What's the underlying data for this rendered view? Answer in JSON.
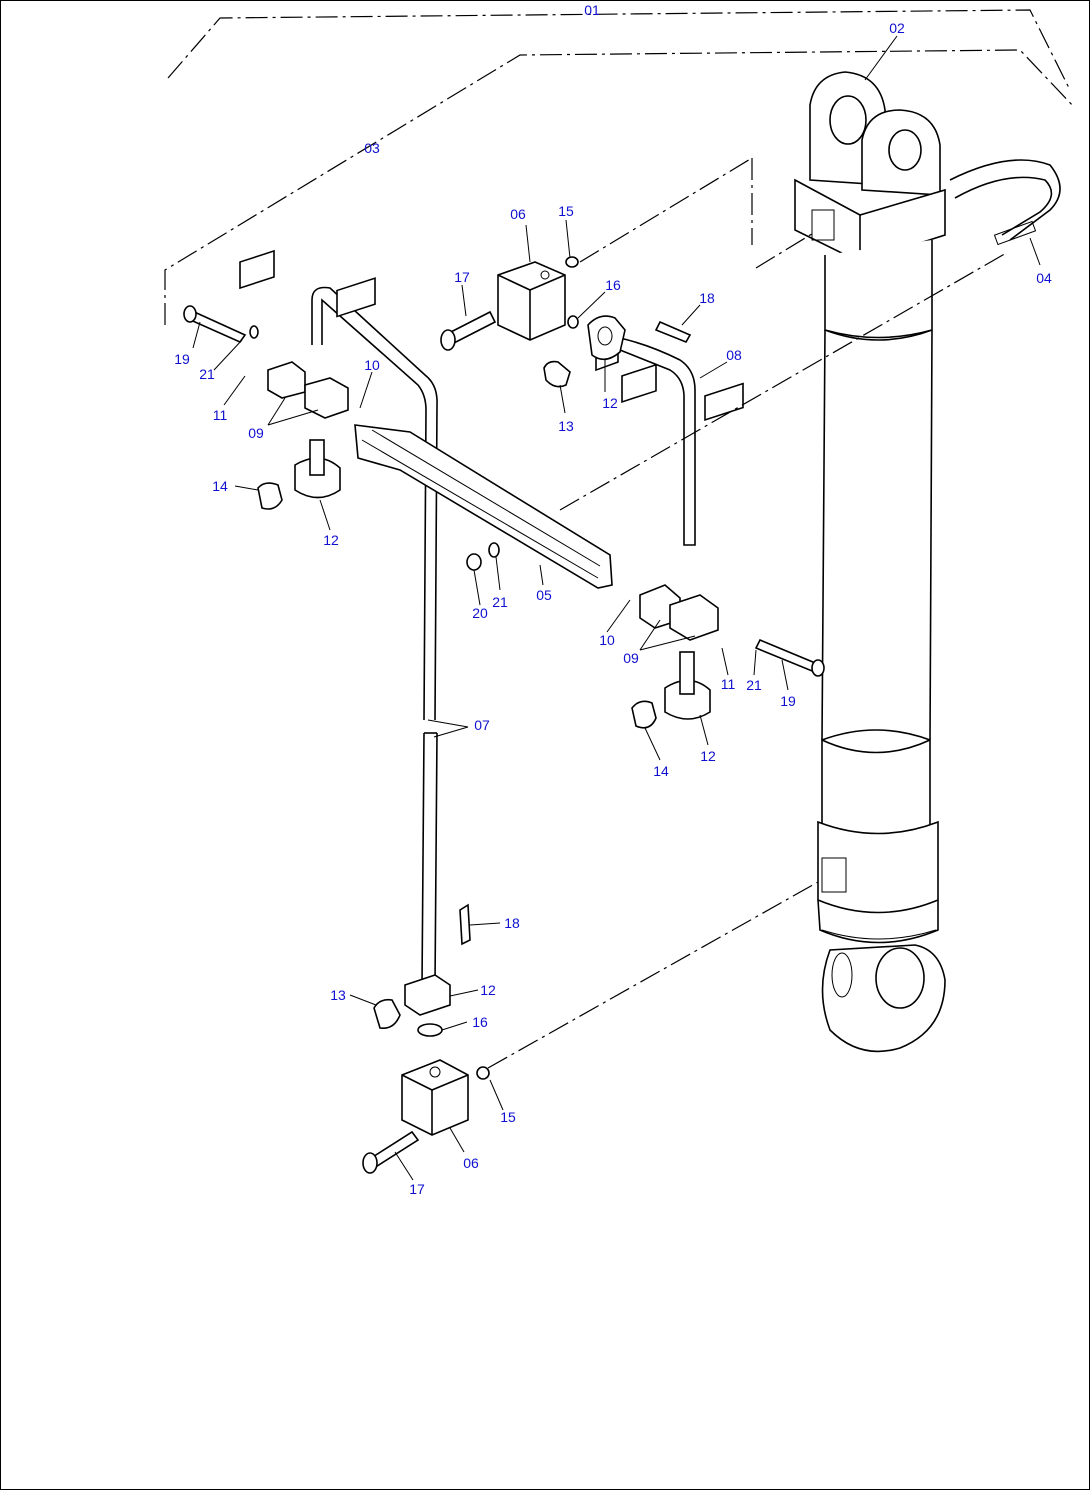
{
  "callouts": {
    "c01": "01",
    "c02": "02",
    "c03": "03",
    "c04": "04",
    "c05": "05",
    "c06_top": "06",
    "c06_bot": "06",
    "c07": "07",
    "c08": "08",
    "c09_left": "09",
    "c09_right": "09",
    "c10_left": "10",
    "c10_right": "10",
    "c11_left": "11",
    "c11_right": "11",
    "c12_top": "12",
    "c12_left": "12",
    "c12_right": "12",
    "c12_bot": "12",
    "c13_top": "13",
    "c13_bot": "13",
    "c14_left": "14",
    "c14_right": "14",
    "c15_top": "15",
    "c15_bot": "15",
    "c16_top": "16",
    "c16_bot": "16",
    "c17_top": "17",
    "c17_bot": "17",
    "c18_top": "18",
    "c18_bot": "18",
    "c19_left": "19",
    "c19_right": "19",
    "c20": "20",
    "c21_left": "21",
    "c21_mid": "21",
    "c21_right": "21"
  },
  "colors": {
    "label": "#1010d0",
    "line": "#000000",
    "background": "#ffffff"
  }
}
